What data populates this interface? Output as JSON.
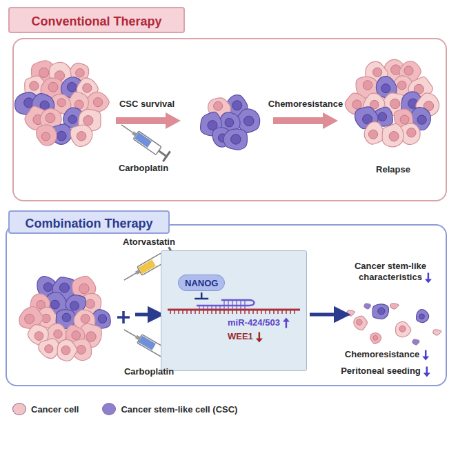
{
  "diagram": {
    "nodes": [
      {
        "text": [
          "Conventional Therapy"
        ]
      },
      {
        "text": [
          "Combination Therapy"
        ]
      },
      {
        "text": [
          "miR-424/503",
          "WEE1"
        ],
        "in": 1
      },
      {
        "text": [
          "NANOG"
        ],
        "in": 2
      }
    ],
    "labels": [
      "CSC survival",
      "Chemoresistance",
      "Carboplatin",
      "Relapse",
      "Atorvastatin",
      "Carboplatin",
      "Cancer stem-like characteristics",
      "Chemoresistance",
      "Peritoneal seeding"
    ],
    "legend": [
      {
        "text": "Cancer cell",
        "color": "#f3c4c6"
      },
      {
        "text": "Cancer stem-like cell (CSC)",
        "color": "#8d80cf"
      }
    ]
  }
}
